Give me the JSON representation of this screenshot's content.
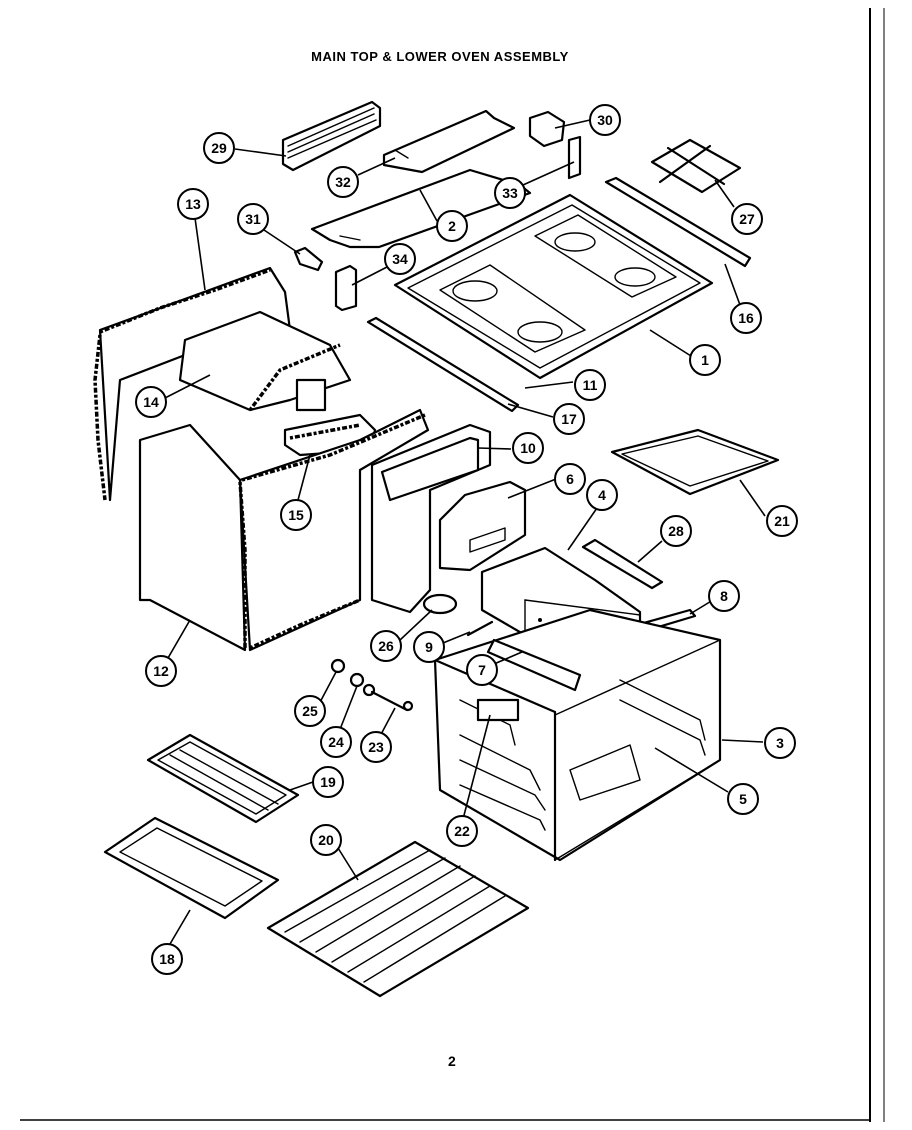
{
  "title": "MAIN TOP & LOWER OVEN ASSEMBLY",
  "page_number": "2",
  "callouts": [
    "29",
    "32",
    "30",
    "33",
    "13",
    "31",
    "2",
    "27",
    "34",
    "16",
    "1",
    "14",
    "11",
    "17",
    "10",
    "6",
    "4",
    "21",
    "15",
    "28",
    "8",
    "26",
    "9",
    "7",
    "3",
    "12",
    "25",
    "24",
    "23",
    "19",
    "5",
    "22",
    "20",
    "18"
  ]
}
